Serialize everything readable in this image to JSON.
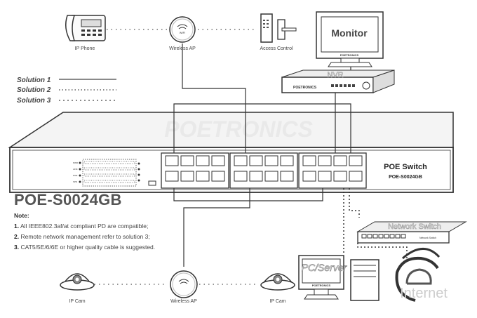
{
  "devices": {
    "ip_phone": "IP Phone",
    "wireless_ap_top": "Wireless AP",
    "access_control": "Access Control",
    "monitor": "Monitor",
    "nvr": "NVR",
    "ip_cam_left": "IP Cam",
    "wireless_ap_bottom": "Wireless AP",
    "ip_cam_right": "IP Cam",
    "network_switch": "Network Switch",
    "pc_server": "PC/Server",
    "internet": "Internet"
  },
  "brand": "POETRONICS",
  "legend": {
    "solution1": "Solution 1",
    "solution2": "Solution 2",
    "solution3": "Solution 3"
  },
  "switch": {
    "title": "POE Switch",
    "model": "POE-S0024GB",
    "watermark": "POETRONICS"
  },
  "model_label": "POE-S0024GB",
  "notes": {
    "heading": "Note:",
    "items": [
      {
        "num": "1.",
        "text": "All IEEE802.3af/at compliant PD are compatible;"
      },
      {
        "num": "2.",
        "text": "Remote network management refer to solution 3;"
      },
      {
        "num": "3.",
        "text": "CAT5/5E/6/6E or higher quality cable is suggested."
      }
    ]
  }
}
